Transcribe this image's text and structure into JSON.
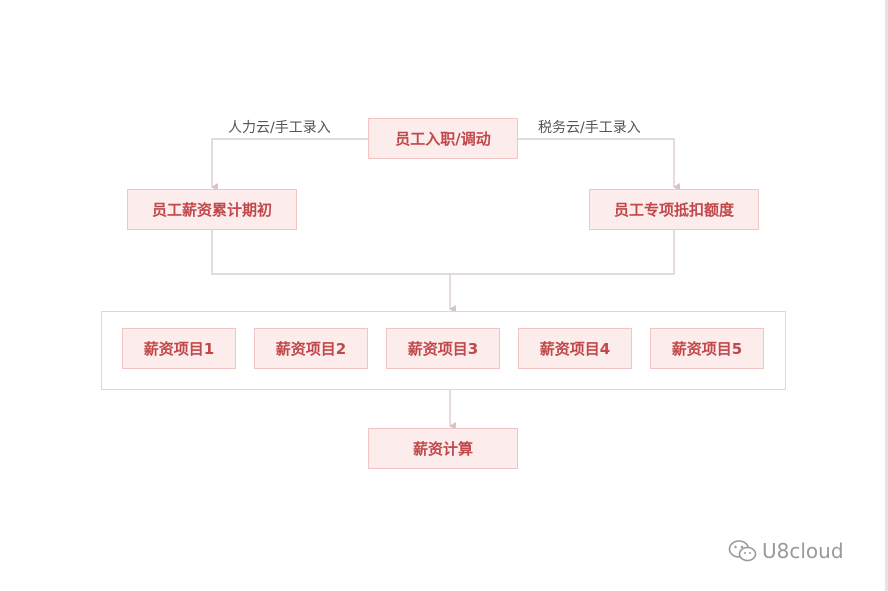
{
  "diagram": {
    "nodes": {
      "onboarding": "员工入职/调动",
      "salary_initial": "员工薪资累计期初",
      "special_deduction": "员工专项抵扣额度",
      "items": [
        "薪资项目1",
        "薪资项目2",
        "薪资项目3",
        "薪资项目4",
        "薪资项目5"
      ],
      "calculation": "薪资计算"
    },
    "edge_labels": {
      "left": "人力云/手工录入",
      "right": "税务云/手工录入"
    }
  },
  "watermark": {
    "text": "U8cloud",
    "icon": "wechat-icon"
  },
  "colors": {
    "node_fill": "#fdecec",
    "node_border": "#f2c4c4",
    "node_text": "#c0484a",
    "line": "#d5c5c7"
  }
}
